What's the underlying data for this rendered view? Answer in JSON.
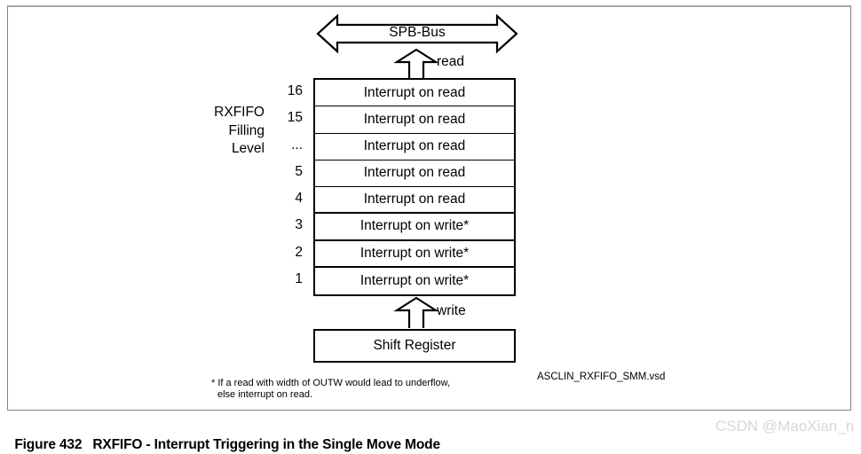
{
  "diagram": {
    "bus": {
      "label": "SPB-Bus",
      "icon": "double-headed-horizontal-arrow"
    },
    "read_connector": {
      "label": "read",
      "icon": "up-arrow-outline"
    },
    "write_connector": {
      "label": "write",
      "icon": "up-arrow-outline"
    },
    "axis_label": "RXFIFO\nFilling\nLevel",
    "fifo": {
      "levels": [
        "16",
        "15",
        "...",
        "5",
        "4",
        "3",
        "2",
        "1"
      ],
      "rows": [
        "Interrupt on read",
        "Interrupt on read",
        "Interrupt on read",
        "Interrupt on read",
        "Interrupt on read",
        "Interrupt on write*",
        "Interrupt on write*",
        "Interrupt on write*"
      ]
    },
    "shift_register": {
      "label": "Shift Register"
    },
    "footnote": {
      "line1": "* If a read with width of OUTW would lead to underflow,",
      "line2": "else interrupt on read."
    },
    "source_file": "ASCLIN_RXFIFO_SMM.vsd"
  },
  "caption": {
    "number": "Figure 432",
    "text": "RXFIFO - Interrupt Triggering in the Single Move Mode"
  },
  "watermark": {
    "text": "CSDN @MaoXian_n"
  },
  "colors": {
    "stroke": "#000000",
    "frame": "#808080",
    "background": "#ffffff",
    "watermark": "#d7d7d7"
  }
}
